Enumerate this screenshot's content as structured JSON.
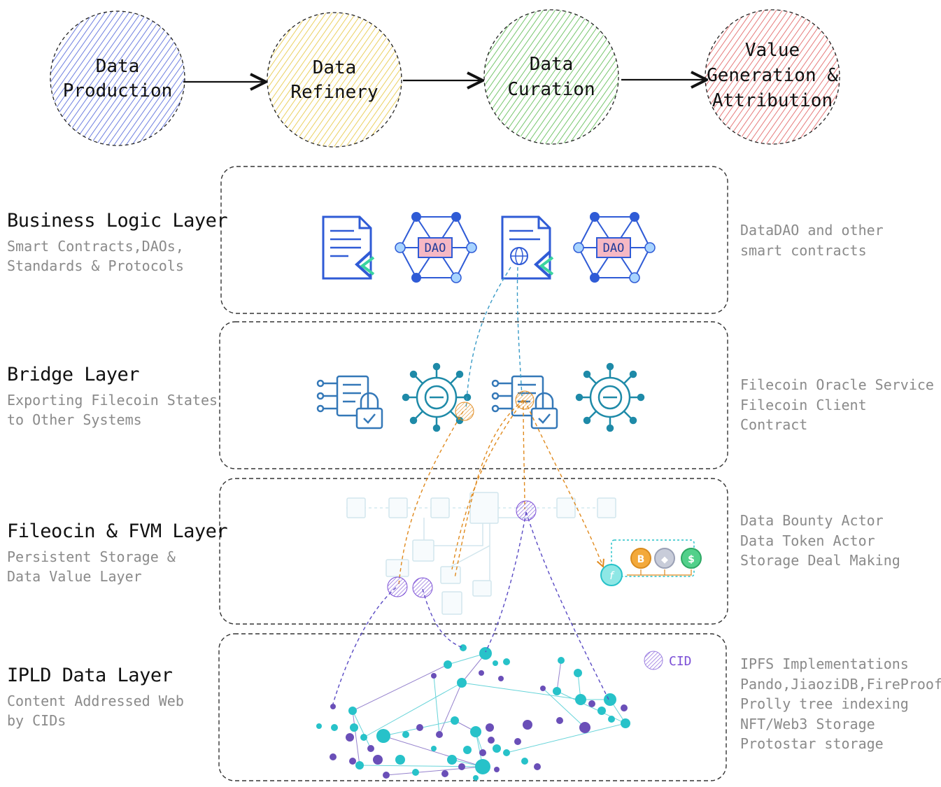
{
  "pipeline": {
    "stages": [
      {
        "lines": [
          "Data",
          "Production"
        ],
        "color": "#4a5fd8"
      },
      {
        "lines": [
          "Data",
          "Refinery"
        ],
        "color": "#e6c53a"
      },
      {
        "lines": [
          "Data",
          "Curation"
        ],
        "color": "#55b84a"
      },
      {
        "lines": [
          "Value",
          "Generation &",
          "Attribution"
        ],
        "color": "#e05a5a"
      }
    ]
  },
  "layers": [
    {
      "title": "Business Logic Layer",
      "subtitle": "Smart Contracts,DAOs,\nStandards & Protocols",
      "note": "DataDAO and other\nsmart contracts"
    },
    {
      "title": "Bridge Layer",
      "subtitle": "Exporting Filecoin States\nto Other Systems",
      "note": "Filecoin Oracle Service\nFilecoin Client Contract"
    },
    {
      "title": "Fileocin & FVM Layer",
      "subtitle": "Persistent Storage &\nData Value Layer",
      "note": "Data Bounty Actor\nData Token Actor\nStorage Deal Making"
    },
    {
      "title": "IPLD Data Layer",
      "subtitle": "Content Addressed Web\nby CIDs",
      "note": "IPFS Implementations\nPando,JiaoziDB,FireProof\nProlly tree indexing\nNFT/Web3 Storage\nProtostar storage"
    }
  ],
  "icons": {
    "dao_badge": "DAO",
    "cid_legend": "CID",
    "coins": [
      "B",
      "◆",
      "$"
    ],
    "filecoin_coin": "f"
  },
  "colors": {
    "blue_connector": "#3a9bc7",
    "orange_connector": "#e08a1e",
    "purple_connector": "#5a4bc4",
    "icon_blue": "#2f5bd6",
    "bridge_teal": "#1e8aa8",
    "node_teal": "#27c2c9",
    "node_purple": "#6a4fb8"
  }
}
